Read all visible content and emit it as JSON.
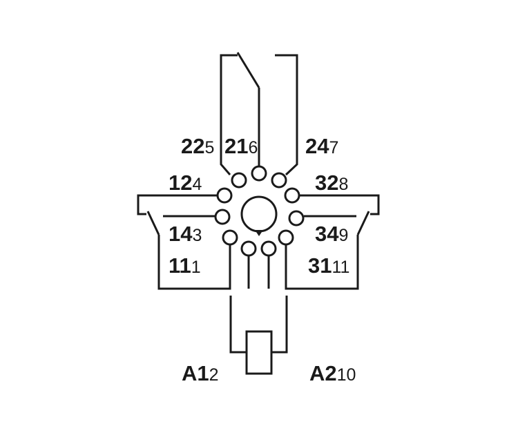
{
  "terminals": {
    "t22": {
      "main": "22",
      "pin": "5"
    },
    "t21": {
      "main": "21",
      "pin": "6"
    },
    "t24": {
      "main": "24",
      "pin": "7"
    },
    "t12": {
      "main": "12",
      "pin": "4"
    },
    "t32": {
      "main": "32",
      "pin": "8"
    },
    "t14": {
      "main": "14",
      "pin": "3"
    },
    "t34": {
      "main": "34",
      "pin": "9"
    },
    "t11": {
      "main": "11",
      "pin": "1"
    },
    "t31": {
      "main": "31",
      "pin": "11"
    },
    "a1": {
      "main": "A1",
      "pin": "2"
    },
    "a2": {
      "main": "A2",
      "pin": "10"
    }
  }
}
